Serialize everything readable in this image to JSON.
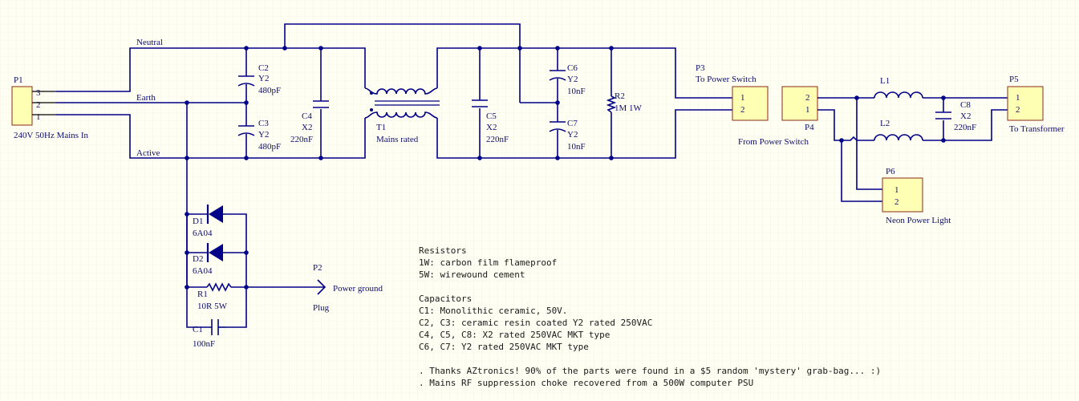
{
  "colors": {
    "background": "#fffff4",
    "grid": "#ececd8",
    "wire": "#000088",
    "connector_fill": "#ffffb4",
    "connector_border": "#8a2a1a",
    "label_text": "#0d0d6e",
    "note_text": "#1a1a1a"
  },
  "nets": {
    "neutral": "Neutral",
    "earth": "Earth",
    "active": "Active"
  },
  "connectors": {
    "p1": {
      "ref": "P1",
      "desc": "240V 50Hz Mains In",
      "pins": [
        "3",
        "2",
        "1"
      ]
    },
    "p3": {
      "ref": "P3",
      "desc": "To Power Switch",
      "pins": [
        "1",
        "2"
      ]
    },
    "p4": {
      "ref": "P4",
      "desc": "From Power Switch",
      "pins": [
        "2",
        "1"
      ]
    },
    "p5": {
      "ref": "P5",
      "desc": "To Transformer",
      "pins": [
        "1",
        "2"
      ]
    },
    "p6": {
      "ref": "P6",
      "desc": "Neon Power Light",
      "pins": [
        "1",
        "2"
      ]
    },
    "p2": {
      "ref": "P2",
      "desc": "Power ground",
      "type": "Plug"
    }
  },
  "components": {
    "c2": {
      "ref": "C2",
      "type": "Y2",
      "value": "480pF"
    },
    "c3": {
      "ref": "C3",
      "type": "Y2",
      "value": "480pF"
    },
    "c4": {
      "ref": "C4",
      "type": "X2",
      "value": "220nF"
    },
    "t1": {
      "ref": "T1",
      "value": "Mains rated"
    },
    "c5": {
      "ref": "C5",
      "type": "X2",
      "value": "220nF"
    },
    "c6": {
      "ref": "C6",
      "type": "Y2",
      "value": "10nF"
    },
    "c7": {
      "ref": "C7",
      "type": "Y2",
      "value": "10nF"
    },
    "r2": {
      "ref": "R2",
      "value": "1M 1W"
    },
    "l1": {
      "ref": "L1"
    },
    "l2": {
      "ref": "L2"
    },
    "c8": {
      "ref": "C8",
      "type": "X2",
      "value": "220nF"
    },
    "d1": {
      "ref": "D1",
      "value": "6A04"
    },
    "d2": {
      "ref": "D2",
      "value": "6A04"
    },
    "r1": {
      "ref": "R1",
      "value": "10R 5W"
    },
    "c1": {
      "ref": "C1",
      "value": "100nF"
    }
  },
  "notes": [
    "Resistors",
    "1W: carbon film flameproof",
    "5W: wirewound cement",
    "",
    "Capacitors",
    "C1: Monolithic ceramic, 50V.",
    "C2, C3: ceramic resin coated Y2 rated 250VAC",
    "C4, C5, C8: X2 rated 250VAC MKT type",
    "C6, C7: Y2 rated 250VAC MKT type",
    "",
    ". Thanks AZtronics! 90% of the parts were found in a $5 random 'mystery' grab-bag... :)",
    ". Mains RF suppression choke recovered from a 500W computer PSU"
  ]
}
